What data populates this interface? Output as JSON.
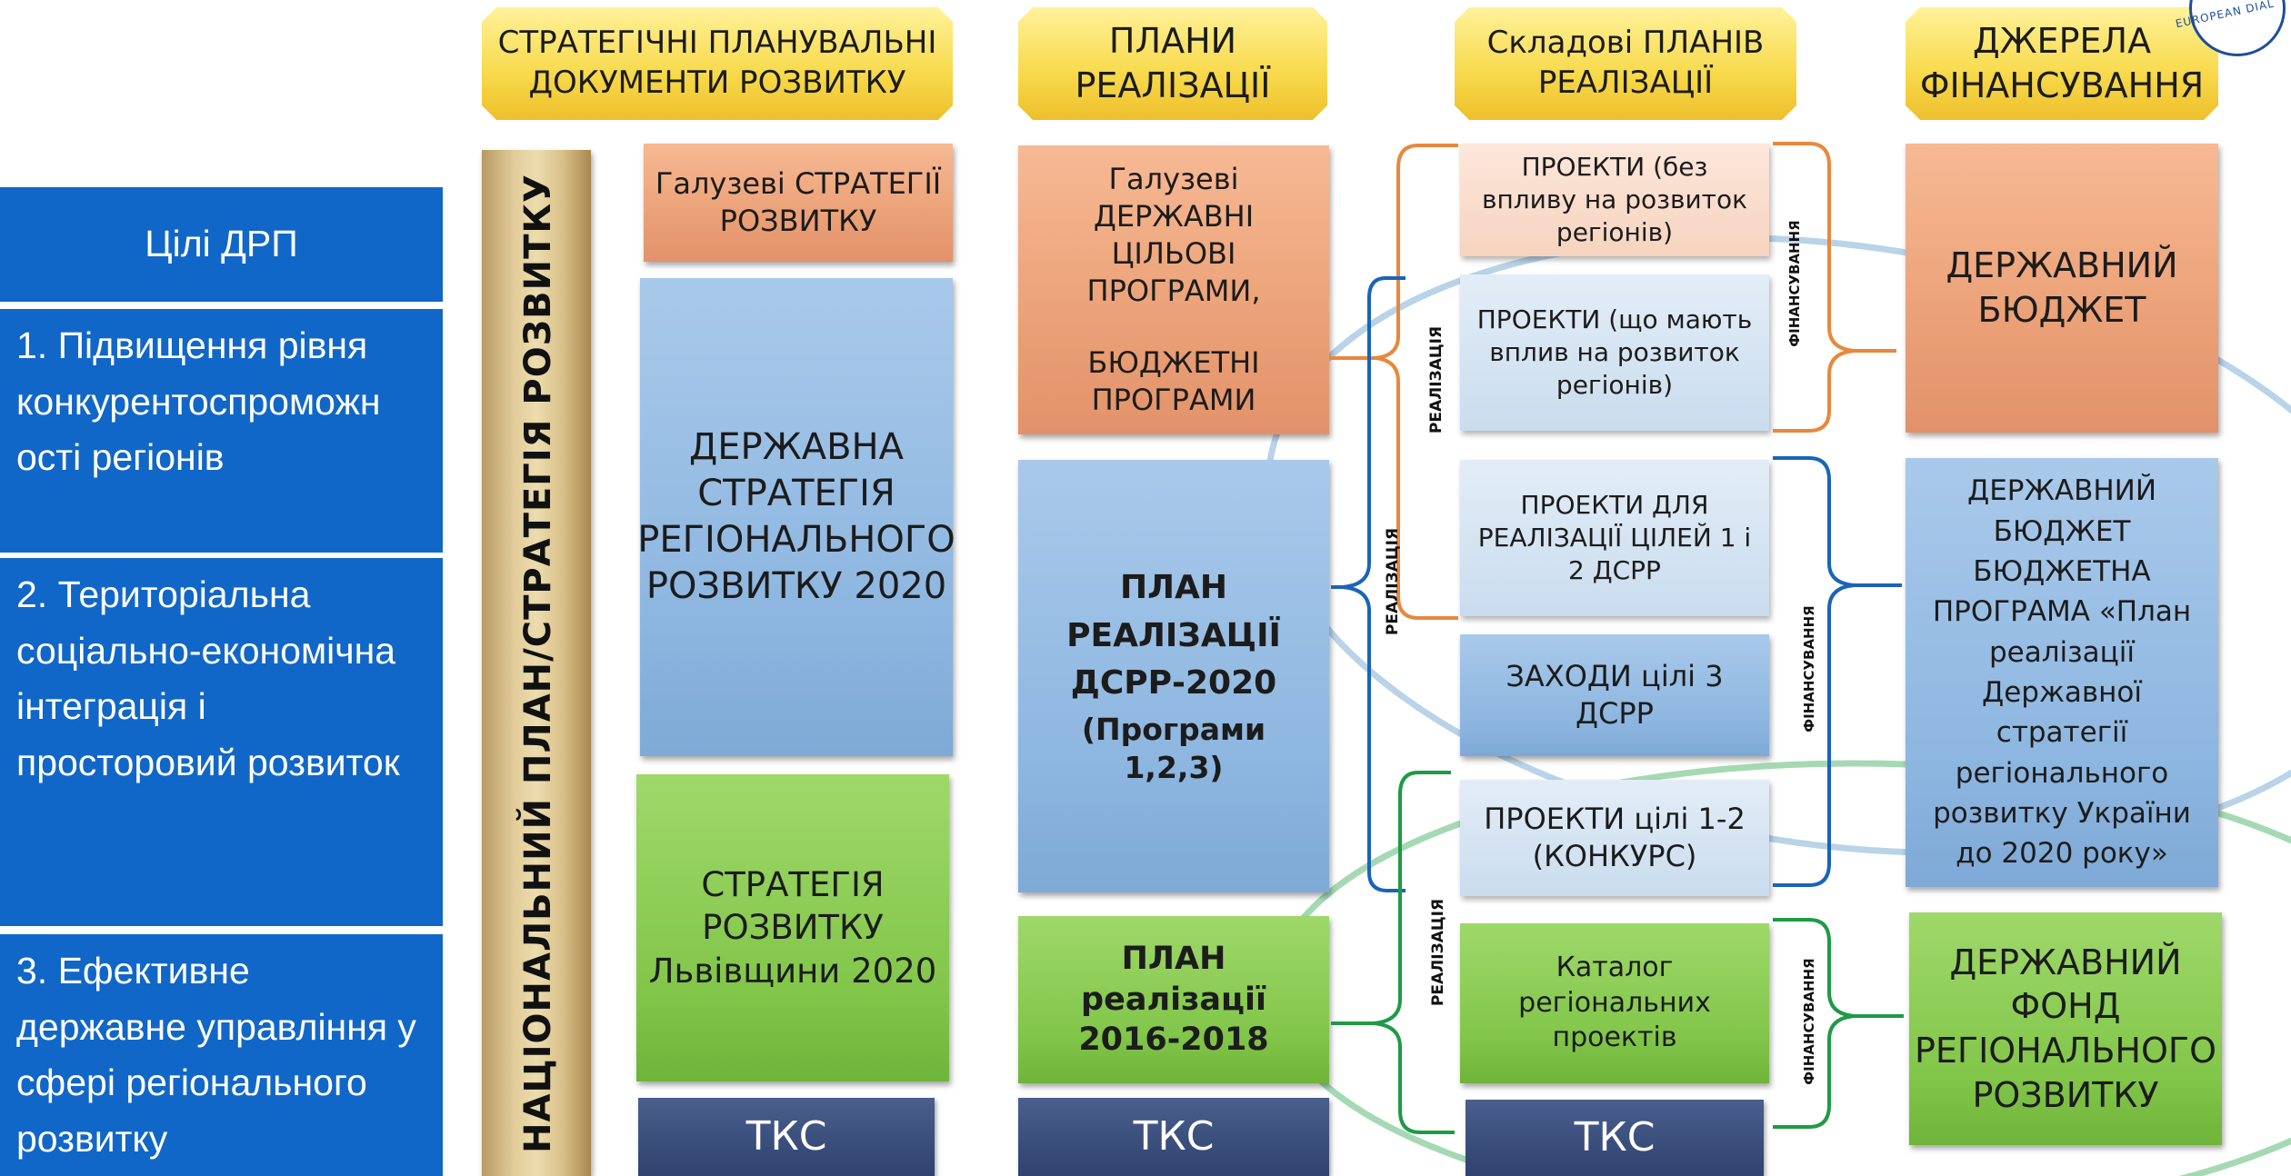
{
  "headers": {
    "col1": "СТРАТЕГІЧНІ ПЛАНУВАЛЬНІ ДОКУМЕНТИ РОЗВИТКУ",
    "col2": "ПЛАНИ РЕАЛІЗАЦІЇ",
    "col3": "Складові ПЛАНІВ РЕАЛІЗАЦІЇ",
    "col4": "ДЖЕРЕЛА ФІНАНСУВАННЯ"
  },
  "goals": {
    "title": "Цілі ДРП",
    "goal1": "1. Підвищення рівня конкурентоспроможн ості регіонів",
    "goal2": "2. Територіальна соціально-економічна інтеграція і просторовий розвиток",
    "goal3": "3. Ефективне державне управління у сфері регіонального розвитку"
  },
  "national_plan": "НАЦІОНАЛЬНИЙ ПЛАН/СТРАТЕГІЯ РОЗВИТКУ",
  "strategies": {
    "sectoral": "Галузеві СТРАТЕГІЇ РОЗВИТКУ",
    "dsrr": "ДЕРЖАВНА СТРАТЕГІЯ РЕГІОНАЛЬНОГО РОЗВИТКУ 2020",
    "lviv": "СТРАТЕГІЯ РОЗВИТКУ Львівщини 2020",
    "tks": "ТКС"
  },
  "plans": {
    "programs_a": "Галузеві ДЕРЖАВНІ ЦІЛЬОВІ ПРОГРАМИ,",
    "programs_b": "БЮДЖЕТНІ ПРОГРАМИ",
    "dsrr_plan": "ПЛАН РЕАЛІЗАЦІЇ ДСРР-2020",
    "dsrr_plan_sub": "(Програми 1,2,3)",
    "plan_2016": "ПЛАН реалізації 2016-2018",
    "tks": "ТКС"
  },
  "components": {
    "projects_no_impact": "ПРОЕКТИ (без впливу на розвиток регіонів)",
    "projects_impact": "ПРОЕКТИ (що мають вплив на розвиток регіонів)",
    "projects_goals12": "ПРОЕКТИ ДЛЯ РЕАЛІЗАЦІЇ ЦІЛЕЙ 1 і 2 ДСРР",
    "measures_goal3": "ЗАХОДИ цілі 3 ДСРР",
    "projects_contest": "ПРОЕКТИ цілі 1-2 (КОНКУРС)",
    "catalog": "Каталог регіональних проектів",
    "tks": "ТКС"
  },
  "funding": {
    "state_budget": "ДЕРЖАВНИЙ БЮДЖЕТ",
    "budget_program": "ДЕРЖАВНИЙ БЮДЖЕТ БЮДЖЕТНА ПРОГРАМА «План реалізації Державної стратегії регіонального розвитку України до 2020 року»",
    "regional_fund": "ДЕРЖАВНИЙ ФОНД РЕГІОНАЛЬНОГО РОЗВИТКУ"
  },
  "labels": {
    "realization": "РЕАЛІЗАЦІЯ",
    "financing": "ФІНАНСУВАННЯ"
  },
  "logo_text": "EUROPEAN DIAL",
  "colors": {
    "goal_blue": "#1167c7",
    "header_yellow": "#f7d94a",
    "orange": "#eba177",
    "blue": "#8db6e0",
    "green": "#82c64a",
    "navy": "#2f4270",
    "bracket_orange": "#e8883c",
    "bracket_blue": "#1a64b8",
    "bracket_green": "#1f9a46"
  }
}
